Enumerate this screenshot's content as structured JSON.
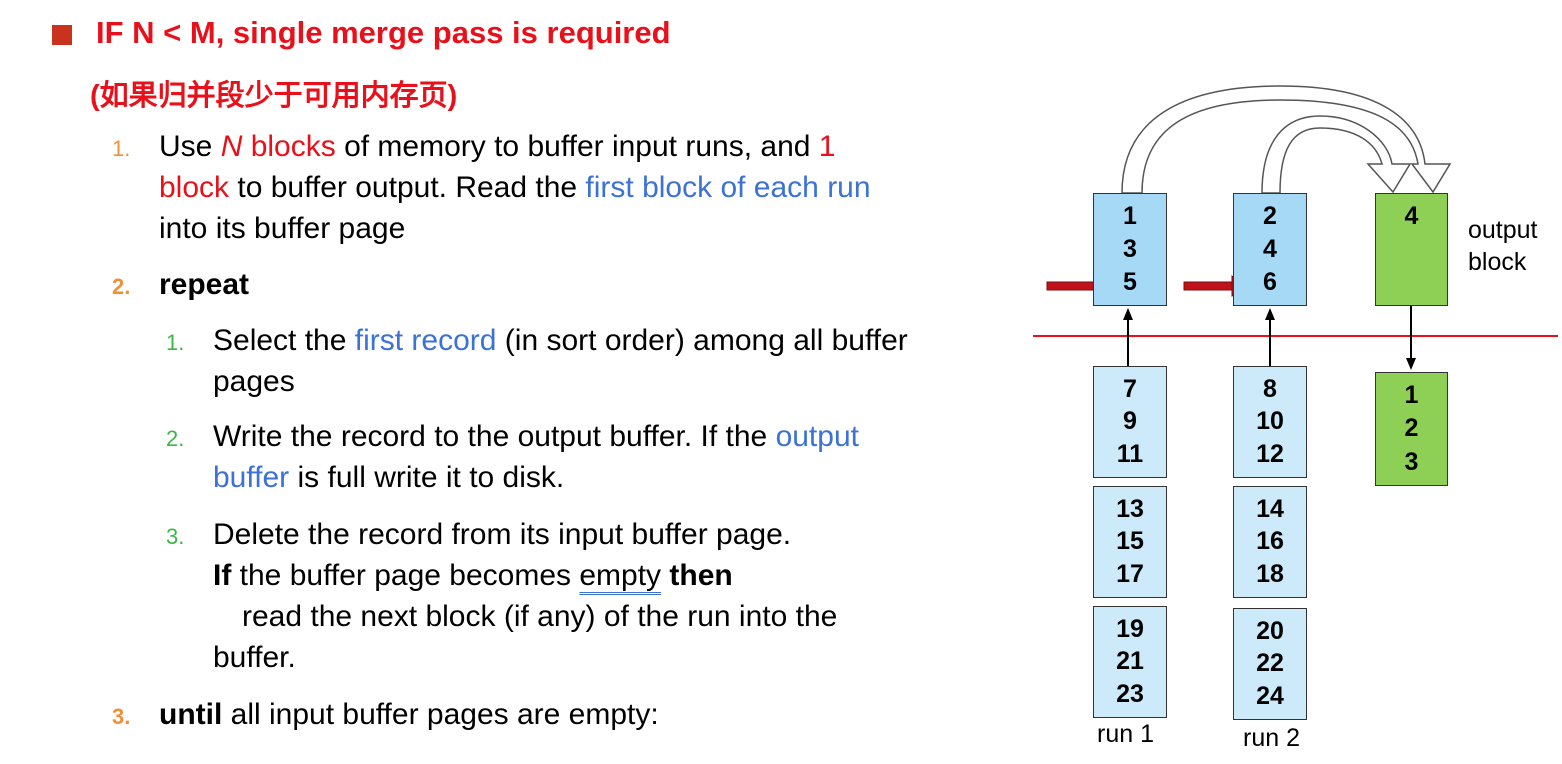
{
  "heading": {
    "line1": "IF N < M,  single merge pass is required",
    "line2": "(如果归并段少于可用内存页)"
  },
  "steps": {
    "s1": {
      "num": "1.",
      "p1": "Use ",
      "p2": "N",
      "p3": " blocks",
      "p4": " of memory to buffer input runs, and ",
      "p5": "1",
      "p6": "block",
      "p7": " to buffer output. Read the ",
      "p8": "first block of each run",
      "p9": "into its buffer page"
    },
    "s2": {
      "num": "2.",
      "text": "repeat"
    },
    "s2_1": {
      "num": "1.",
      "p1": "Select the ",
      "p2": "first record",
      "p3": " (in sort order) among all buffer",
      "p4": "pages"
    },
    "s2_2": {
      "num": "2.",
      "p1": "Write the record to the output buffer.  If the ",
      "p2": "output",
      "p3": "buffer",
      "p4": " is full write it to disk."
    },
    "s2_3": {
      "num": "3.",
      "line1": "Delete the record from its input buffer page.",
      "if": "If",
      "mid": " the buffer page becomes ",
      "empty": "empty",
      "then": "then",
      "line3": "read the next block (if any) of the run into the",
      "line4": "buffer."
    },
    "s3": {
      "num": "3.",
      "until": "until",
      "rest": " all input buffer pages are empty:"
    }
  },
  "diagram": {
    "run1_buffer": [
      "1",
      "3",
      "5"
    ],
    "run2_buffer": [
      "2",
      "4",
      "6"
    ],
    "output_buffer": [
      "4"
    ],
    "output_label_line1": "output",
    "output_label_line2": "block",
    "run1_blocks": [
      [
        "7",
        "9",
        "11"
      ],
      [
        "13",
        "15",
        "17"
      ],
      [
        "19",
        "21",
        "23"
      ]
    ],
    "run2_blocks": [
      [
        "8",
        "10",
        "12"
      ],
      [
        "14",
        "16",
        "18"
      ],
      [
        "20",
        "22",
        "24"
      ]
    ],
    "output_written": [
      "1",
      "2",
      "3"
    ],
    "run1_label": "run 1",
    "run2_label": "run 2",
    "colors": {
      "buffer_blue": "#a6d9f6",
      "disk_blue": "#cdeafb",
      "output_green": "#8ecf55",
      "pointer_red": "#c0121a",
      "divider_red": "#e8101a"
    }
  }
}
